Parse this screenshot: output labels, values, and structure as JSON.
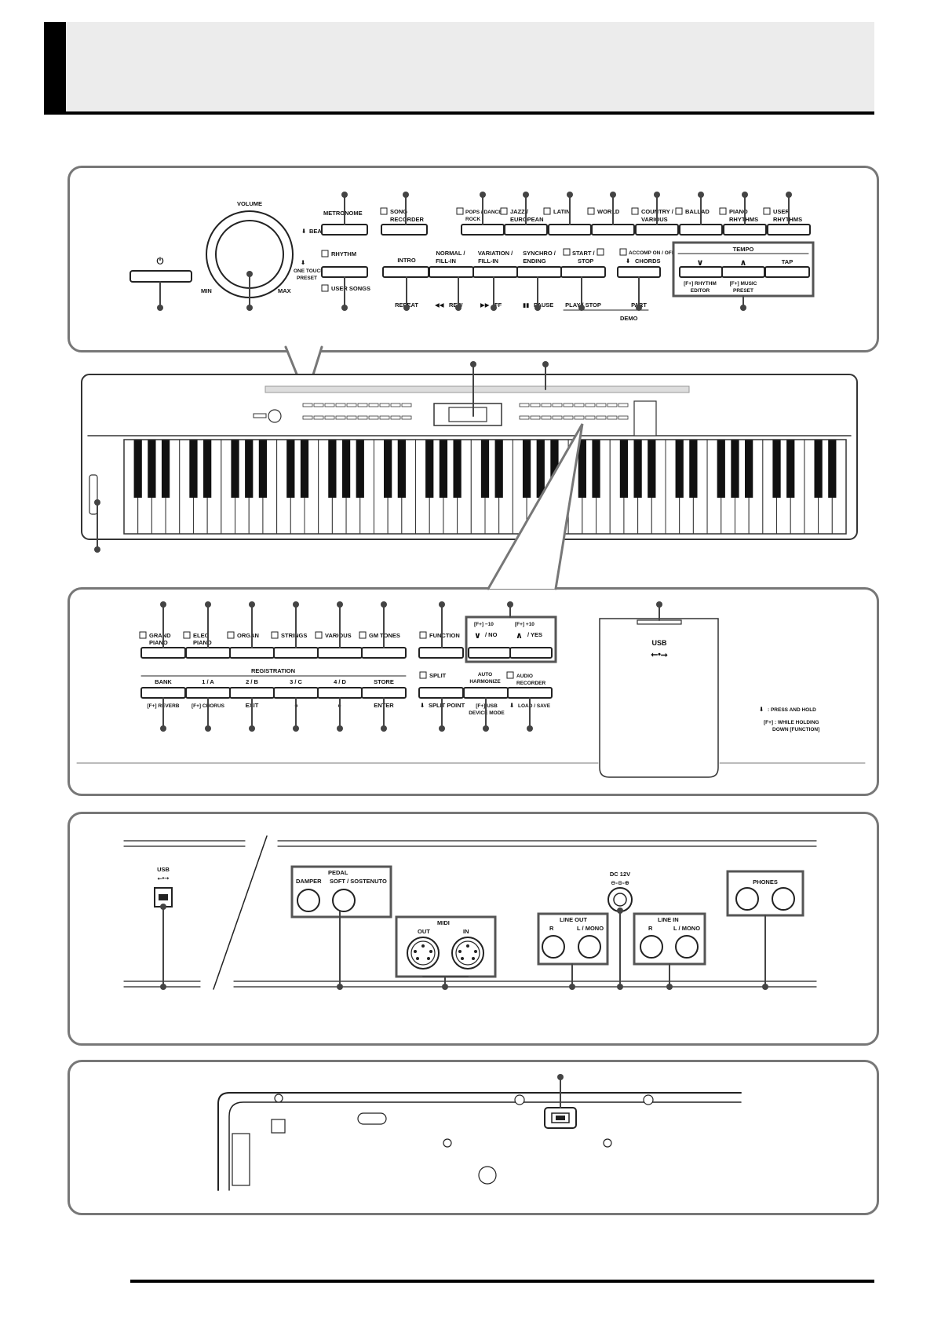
{
  "top_panel": {
    "volume": {
      "label": "VOLUME",
      "min": "MIN",
      "max": "MAX"
    },
    "metronome": {
      "label": "METRONOME",
      "sub": "BEAT"
    },
    "one_touch": {
      "line1": "ONE TOUCH",
      "line2": "PRESET"
    },
    "rhythm": "RHYTHM",
    "user_songs": "USER SONGS",
    "song_recorder": {
      "line1": "SONG",
      "line2": "RECORDER"
    },
    "rhythm_groups": [
      {
        "l1": "POPS / DANCE /",
        "l2": "ROCK"
      },
      {
        "l1": "JAZZ /",
        "l2": "EUROPEAN"
      },
      {
        "l1": "LATIN",
        "l2": ""
      },
      {
        "l1": "WORLD",
        "l2": ""
      },
      {
        "l1": "COUNTRY /",
        "l2": "VARIOUS"
      },
      {
        "l1": "BALLAD",
        "l2": ""
      },
      {
        "l1": "PIANO",
        "l2": "RHYTHMS"
      },
      {
        "l1": "USER",
        "l2": "RHYTHMS"
      }
    ],
    "transport": [
      {
        "top1": "INTRO",
        "top2": "",
        "bottom": "REPEAT"
      },
      {
        "top1": "NORMAL /",
        "top2": "FILL-IN",
        "bottom": "REW"
      },
      {
        "top1": "VARIATION /",
        "top2": "FILL-IN",
        "bottom": "FF"
      },
      {
        "top1": "SYNCHRO /",
        "top2": "ENDING",
        "bottom": "PAUSE"
      },
      {
        "top1": "START /",
        "top2": "STOP",
        "bottom": "PLAY / STOP"
      }
    ],
    "demo": "DEMO",
    "accomp": {
      "line1": "ACCOMP ON / OFF",
      "line2": "CHORDS",
      "bottom": "PART"
    },
    "tempo": {
      "title": "TEMPO",
      "tap": "TAP",
      "rhythm_editor_1": "[F+] RHYTHM",
      "rhythm_editor_2": "EDITOR",
      "music_preset_1": "[F+] MUSIC",
      "music_preset_2": "PRESET"
    }
  },
  "lower_panel": {
    "tones": [
      {
        "l1": "GRAND",
        "l2": "PIANO"
      },
      {
        "l1": "ELEC",
        "l2": "PIANO"
      },
      {
        "l1": "ORGAN",
        "l2": ""
      },
      {
        "l1": "STRINGS",
        "l2": ""
      },
      {
        "l1": "VARIOUS",
        "l2": ""
      },
      {
        "l1": "GM TONES",
        "l2": ""
      }
    ],
    "function": "FUNCTION",
    "minus": {
      "top": "[F+] −10",
      "label": "/ NO"
    },
    "plus": {
      "top": "[F+] +10",
      "label": "/ YES"
    },
    "registration": "REGISTRATION",
    "reg_buttons": [
      {
        "top": "BANK",
        "bottom": "[F+] REVERB"
      },
      {
        "top": "1 / A",
        "bottom": "[F+] CHORUS"
      },
      {
        "top": "2 / B",
        "bottom": "EXIT"
      },
      {
        "top": "3 / C",
        "bottom": "◂"
      },
      {
        "top": "4 / D",
        "bottom": "▸"
      },
      {
        "top": "STORE",
        "bottom": "ENTER"
      }
    ],
    "split": {
      "top": "SPLIT",
      "bottom": "SPLIT POINT"
    },
    "auto_harmonize": {
      "top1": "AUTO",
      "top2": "HARMONIZE",
      "bottom1": "[F+] USB",
      "bottom2": "DEVICE MODE"
    },
    "audio_recorder": {
      "top1": "AUDIO",
      "top2": "RECORDER",
      "bottom": "LOAD / SAVE"
    },
    "usb_port": "USB",
    "legend": {
      "hold": ": PRESS AND HOLD",
      "f1": "[F+] : WHILE HOLDING",
      "f2": "DOWN [FUNCTION]"
    }
  },
  "rear_panel": {
    "usb": "USB",
    "pedal": {
      "title": "PEDAL",
      "damper": "DAMPER",
      "soft": "SOFT / SOSTENUTO"
    },
    "midi": {
      "title": "MIDI",
      "out": "OUT",
      "in": "IN"
    },
    "dc": "DC 12V",
    "line_out": {
      "title": "LINE OUT",
      "r": "R",
      "l": "L / MONO"
    },
    "line_in": {
      "title": "LINE IN",
      "r": "R",
      "l": "L / MONO"
    },
    "phones": "PHONES"
  }
}
